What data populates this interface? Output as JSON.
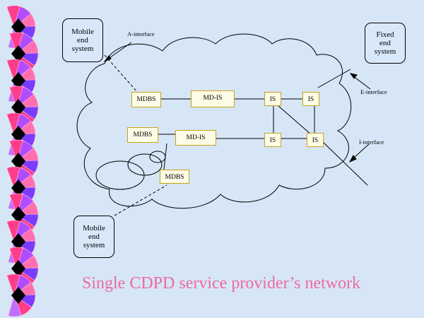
{
  "title": "Single CDPD service provider’s network",
  "end_systems": {
    "mobile_top": "Mobile\nend\nsystem",
    "fixed": "Fixed\nend\nsystem",
    "mobile_bottom": "Mobile\nend\nsystem"
  },
  "nodes": {
    "mdbs_1": "MDBS",
    "mdis_1": "MD-IS",
    "is_1": "IS",
    "is_2": "IS",
    "mdbs_2": "MDBS",
    "mdis_2": "MD-IS",
    "is_3": "IS",
    "is_4": "IS",
    "mdbs_3": "MDBS"
  },
  "interfaces": {
    "a": "A-interface",
    "e": "E-interface",
    "i": "I-interface"
  },
  "colors": {
    "background": "#d6e6f7",
    "title": "#ee6a9e",
    "node_border": "#c9a21a"
  }
}
